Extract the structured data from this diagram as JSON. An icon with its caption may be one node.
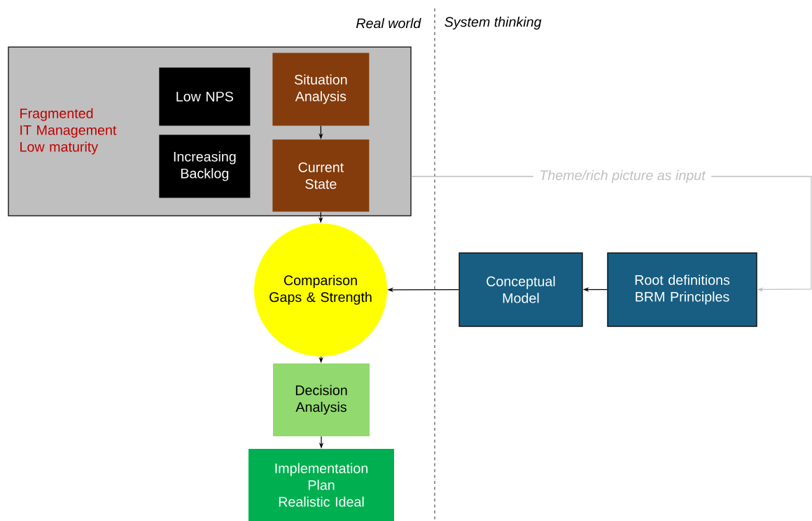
{
  "diagram": {
    "nodes": [
      {
        "text": [
          "Fragmented",
          "IT Management",
          "Low maturity"
        ]
      },
      {
        "text": [
          "Low NPS"
        ],
        "in": 0
      },
      {
        "text": [
          "Increasing Backlog"
        ],
        "in": 0
      },
      {
        "text": [
          "Situation Analysis"
        ],
        "in": 0
      },
      {
        "text": [
          "Current State"
        ],
        "in": 0
      },
      {
        "text": [
          "Comparison Gaps & Strength"
        ]
      },
      {
        "text": [
          "Conceptual Model"
        ]
      },
      {
        "text": [
          "Root definitions BRM Principles"
        ]
      },
      {
        "text": [
          "Decision Analysis"
        ]
      },
      {
        "text": [
          "Implementation Plan",
          "Realistic Ideal"
        ]
      }
    ],
    "edges": [
      {
        "from": 3,
        "to": 4,
        "arrow": "to"
      },
      {
        "from": 4,
        "to": 5,
        "arrow": "to"
      },
      {
        "from": 7,
        "to": 6,
        "arrow": "to"
      },
      {
        "from": 6,
        "to": 5,
        "arrow": "to"
      },
      {
        "from": 5,
        "to": 8,
        "arrow": "to"
      },
      {
        "from": 8,
        "to": 9,
        "arrow": "to"
      },
      {
        "from": 0,
        "to": 7,
        "arrow": "to",
        "label": "Theme/rich picture as input",
        "color": "#bfbfbf"
      }
    ],
    "labels": [
      "Real world",
      "System thinking"
    ]
  }
}
